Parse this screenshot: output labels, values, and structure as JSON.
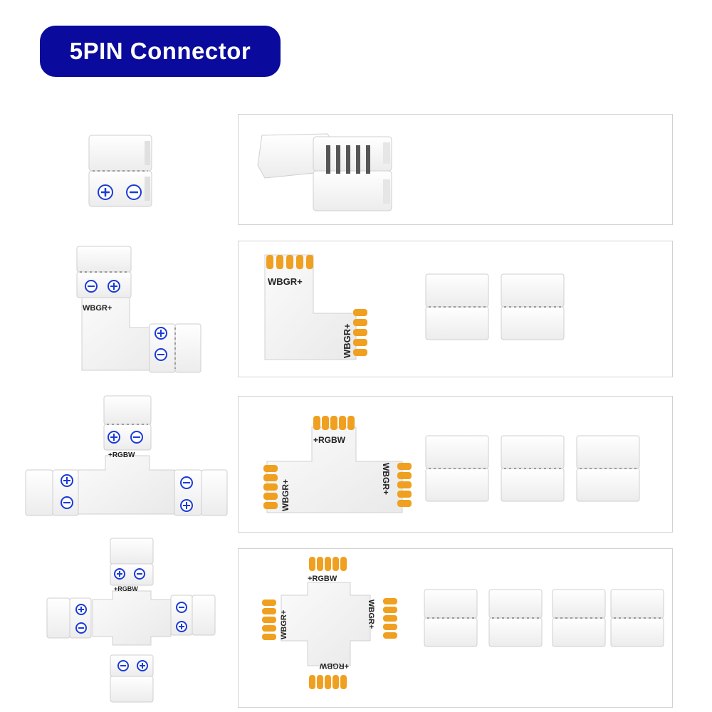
{
  "title": "5PIN Connector",
  "colors": {
    "badge": "#0a0a9c",
    "pad": "#f0a020",
    "symbol": "#1a3bd6"
  },
  "pin_labels": {
    "lr": "WBGR+",
    "rl": "+RGBW"
  },
  "symbols": {
    "plus": "+",
    "minus": "−"
  }
}
